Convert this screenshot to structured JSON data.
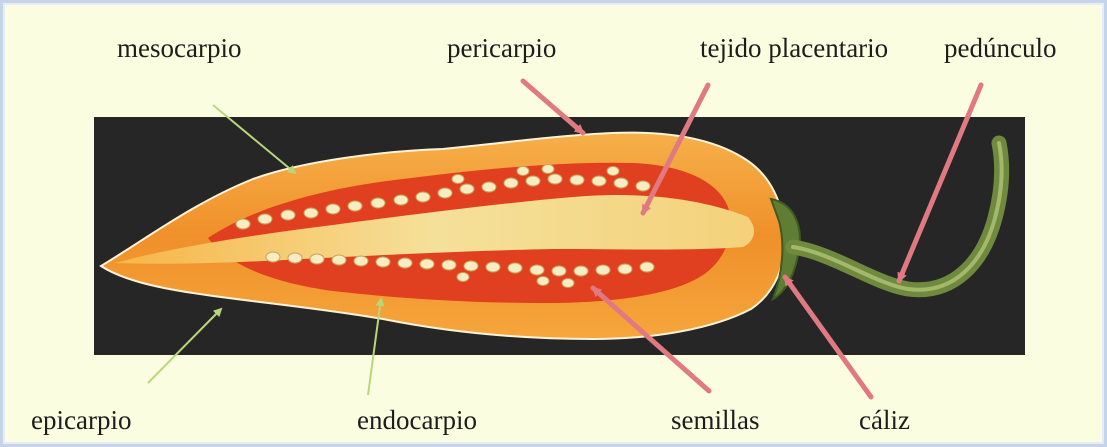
{
  "labels": {
    "mesocarpio": "mesocarpio",
    "pericarpio": "pericarpio",
    "tejido_placentario": "tejido placentario",
    "pedunculo": "pedúnculo",
    "epicarpio": "epicarpio",
    "endocarpio": "endocarpio",
    "semillas": "semillas",
    "caliz": "cáliz"
  },
  "colors": {
    "background": "#fbfde0",
    "frame_border": "#c6d4ea",
    "photo_backdrop": "#262626",
    "flesh": "#f29a2e",
    "cavity": "#e0401f",
    "placenta": "#f4dc8a",
    "seed": "#f7ecc4",
    "stem": "#6f8a3e",
    "red_arrow": "#e07a80",
    "green_line": "#b8d77a"
  }
}
